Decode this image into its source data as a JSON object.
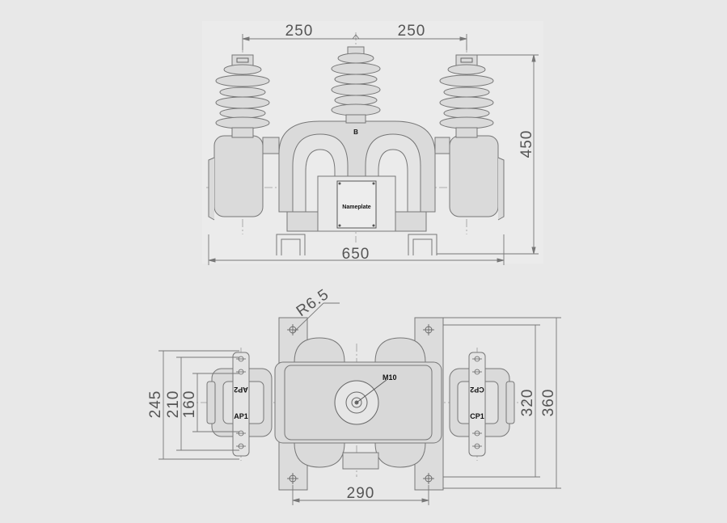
{
  "colors": {
    "page_bg": "#e8e8e8",
    "panel_bg": "#ebebeb",
    "body_fill": "#dadada",
    "line": "#777777",
    "dark_line": "#444444"
  },
  "front_view": {
    "dim_left_span": "250",
    "dim_right_span": "250",
    "dim_height": "450",
    "dim_width": "650",
    "center_terminal_label": "B",
    "nameplate_label": "Nameplate"
  },
  "top_view": {
    "dim_radius": "R6.5",
    "dim_245": "245",
    "dim_210": "210",
    "dim_160": "160",
    "dim_320": "320",
    "dim_360": "360",
    "dim_290": "290",
    "bolt_label": "M10",
    "left_terminal_top": "AP2",
    "left_terminal_bottom": "AP1",
    "right_terminal_top": "CP2",
    "right_terminal_bottom": "CP1"
  }
}
